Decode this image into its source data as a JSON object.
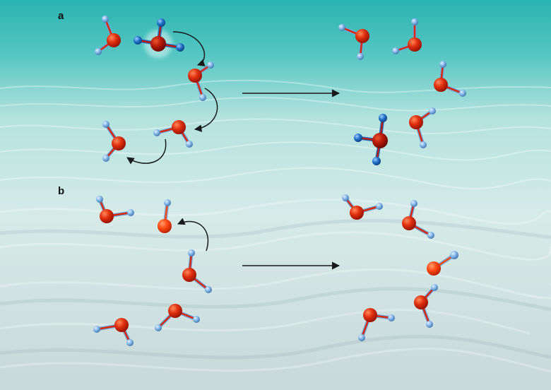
{
  "panels": [
    {
      "label": "a"
    },
    {
      "label": "b"
    }
  ],
  "colors": {
    "oxygen": "#d8280c",
    "oxygen_dark": "#8e0f04",
    "hydrogen": "#6ea6dc",
    "hydrogen_ion": "#1f6fc6",
    "hydroxide_oxygen": "#ff4a12",
    "arrow": "#1a1a1a",
    "water_top": "#29b6b4",
    "water_mid": "#c5e8e4",
    "sand": "#d7e3e2"
  },
  "species": {
    "hydronium": "H3O+",
    "water": "H2O",
    "hydroxide": "OH-"
  }
}
